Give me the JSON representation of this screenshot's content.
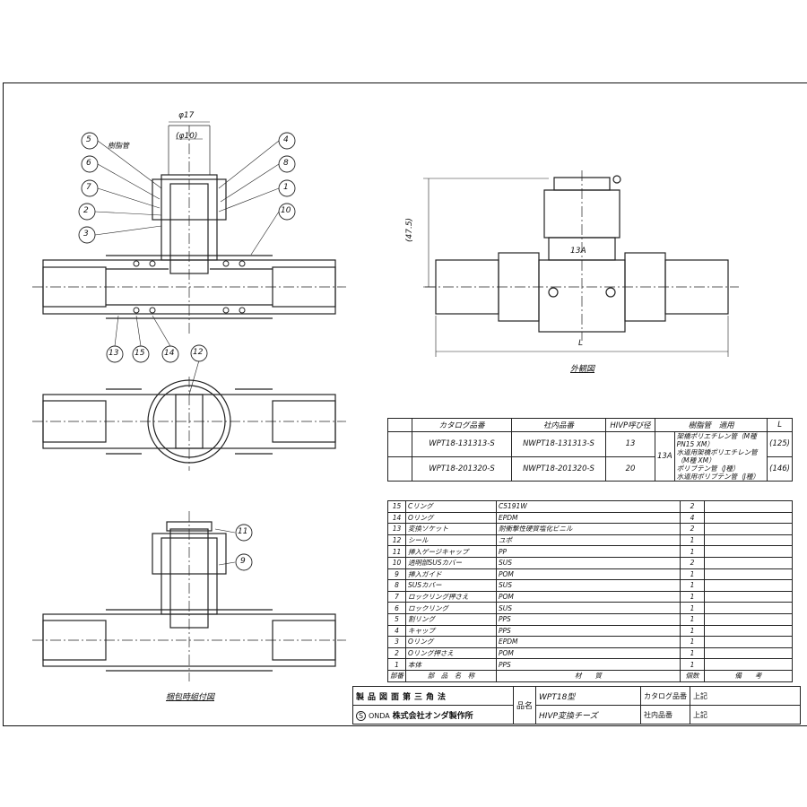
{
  "dimensions": {
    "phi17": "φ17",
    "phi10": "(φ10)",
    "height": "(47.5)",
    "length": "L",
    "size_mark": "13A"
  },
  "resin_pipe_label": "樹脂管",
  "view_labels": {
    "exterior": "外観図",
    "packaging": "梱包時組付図"
  },
  "balloons": [
    "5",
    "6",
    "7",
    "2",
    "3",
    "4",
    "8",
    "1",
    "10",
    "13",
    "15",
    "14",
    "12",
    "11",
    "9"
  ],
  "catalog_table": {
    "headers": [
      "カタログ品番",
      "社内品番",
      "HIVP呼び径",
      "樹脂管　適用",
      "L"
    ],
    "rows": [
      {
        "catalog": "WPT18-131313-S",
        "internal": "NWPT18-131313-S",
        "size": "13",
        "l": "(125)"
      },
      {
        "catalog": "WPT18-201320-S",
        "internal": "NWPT18-201320-S",
        "size": "20",
        "l": "(146)"
      }
    ],
    "applicable_size": "13A",
    "applicable_lines": [
      "架橋ポリエチレン管（M種 PN15 XM）",
      "水道用架橋ポリエチレン管（M種 XM）",
      "ポリブテン管（J種）",
      "水道用ポリブテン管（J種）"
    ]
  },
  "parts": [
    {
      "no": "15",
      "name": "Cリング",
      "material": "C5191W",
      "qty": "2"
    },
    {
      "no": "14",
      "name": "Oリング",
      "material": "EPDM",
      "qty": "4"
    },
    {
      "no": "13",
      "name": "変換ソケット",
      "material": "耐衝撃性硬質塩化ビニル",
      "qty": "2"
    },
    {
      "no": "12",
      "name": "シール",
      "material": "ユポ",
      "qty": "1"
    },
    {
      "no": "11",
      "name": "挿入ゲージキャップ",
      "material": "PP",
      "qty": "1"
    },
    {
      "no": "10",
      "name": "透明部SUSカバー",
      "material": "SUS",
      "qty": "2"
    },
    {
      "no": "9",
      "name": "挿入ガイド",
      "material": "POM",
      "qty": "1"
    },
    {
      "no": "8",
      "name": "SUSカバー",
      "material": "SUS",
      "qty": "1"
    },
    {
      "no": "7",
      "name": "ロックリング押さえ",
      "material": "POM",
      "qty": "1"
    },
    {
      "no": "6",
      "name": "ロックリング",
      "material": "SUS",
      "qty": "1"
    },
    {
      "no": "5",
      "name": "割リング",
      "material": "PPS",
      "qty": "1"
    },
    {
      "no": "4",
      "name": "キャップ",
      "material": "PPS",
      "qty": "1"
    },
    {
      "no": "3",
      "name": "Oリング",
      "material": "EPDM",
      "qty": "1"
    },
    {
      "no": "2",
      "name": "Oリング押さえ",
      "material": "POM",
      "qty": "1"
    },
    {
      "no": "1",
      "name": "本体",
      "material": "PPS",
      "qty": "1"
    }
  ],
  "parts_header": {
    "no": "部番",
    "name": "部　品　名　称",
    "material": "材　　質",
    "qty": "個数",
    "remarks": "備　　考"
  },
  "title_block": {
    "method_label": "製品図面第三角法",
    "company_logo": "ONDA",
    "company": "株式会社オンダ製作所",
    "product_name_label": "品名",
    "model": "WPT18型",
    "product_name": "HIVP変換チーズ",
    "catalog_no_label": "カタログ品番",
    "catalog_no_value": "上記",
    "internal_no_label": "社内品番",
    "internal_no_value": "上記"
  }
}
